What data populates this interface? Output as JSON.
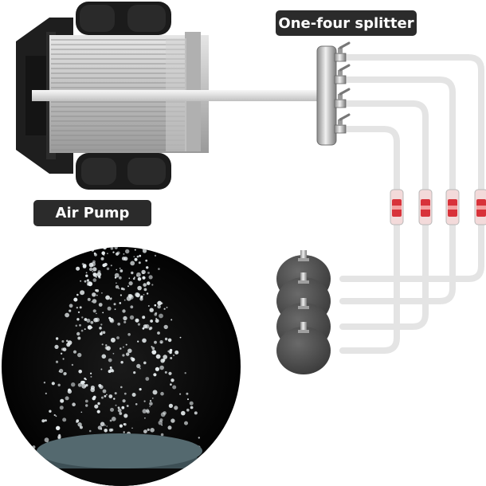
{
  "labels": {
    "splitter": "One-four splitter",
    "air_pump": "Air Pump"
  },
  "components": {
    "outlets": 4,
    "check_valves": 4,
    "air_stones": 4
  },
  "colors": {
    "label_bg": "#2b2b2b",
    "label_text": "#ffffff",
    "tubing": "#e8e8e8",
    "pump_frame": "#1e1e1e",
    "pump_fins": "#c8c8c8",
    "check_valve": "#d8323a",
    "air_stone": "#4a4a4a",
    "bubble_background": "#050505"
  },
  "icons": [
    "air-pump-icon",
    "splitter-manifold-icon",
    "check-valve-icon",
    "air-stone-icon"
  ]
}
